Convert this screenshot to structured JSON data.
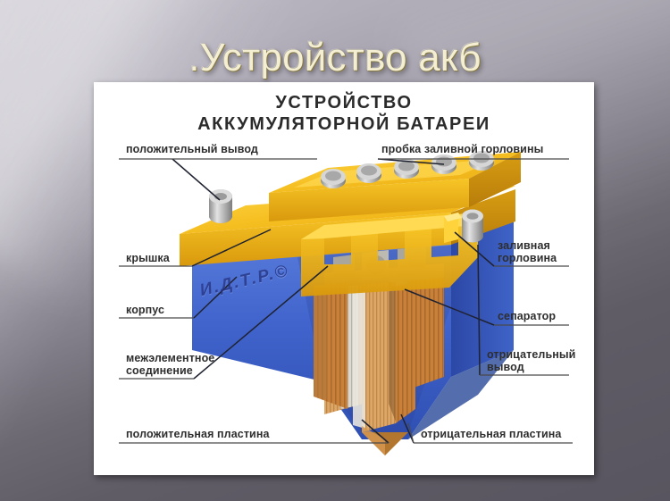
{
  "slide": {
    "title": ".Устройство акб",
    "title_color": "#f4efd2",
    "background_colors": [
      "#b9b5c1",
      "#837f8b",
      "#595560"
    ]
  },
  "figure": {
    "heading_line1": "УСТРОЙСТВО",
    "heading_line2": "АККУМУЛЯТОРНОЙ БАТАРЕИ",
    "watermark": "И.Д.Т.Р.©",
    "panel_background": "#ffffff",
    "colors": {
      "case_blue": "#3f63c8",
      "lid_yellow": "#f0b81c",
      "lid_yellow_light": "#ffd33c",
      "plate_orange": "#d0873f",
      "separator_grey": "#b9b6ae",
      "terminal_silver": "#b6b6b6",
      "leader_line": "#1f1f2e"
    },
    "labels": [
      {
        "id": "positive-terminal",
        "text": "положительный вывод",
        "side": "left",
        "lines": 1
      },
      {
        "id": "filler-plug",
        "text": "пробка заливной горловины",
        "side": "right",
        "lines": 1
      },
      {
        "id": "lid",
        "text": "крышка",
        "side": "left",
        "lines": 1
      },
      {
        "id": "case",
        "text": "корпус",
        "side": "left",
        "lines": 1
      },
      {
        "id": "filler-neck-l1",
        "text": "заливная",
        "side": "right",
        "lines": 2
      },
      {
        "id": "filler-neck-l2",
        "text": "горловина",
        "side": "right",
        "lines": 2
      },
      {
        "id": "separator",
        "text": "сепаратор",
        "side": "right",
        "lines": 1
      },
      {
        "id": "intercell-connection-l1",
        "text": "межэлементное",
        "side": "left",
        "lines": 2
      },
      {
        "id": "intercell-connection-l2",
        "text": "соединение",
        "side": "left",
        "lines": 2
      },
      {
        "id": "negative-terminal-l1",
        "text": "отрицательный",
        "side": "right",
        "lines": 2
      },
      {
        "id": "negative-terminal-l2",
        "text": "вывод",
        "side": "right",
        "lines": 2
      },
      {
        "id": "positive-plate",
        "text": "положительная пластина",
        "side": "bottom-left",
        "lines": 1
      },
      {
        "id": "negative-plate",
        "text": "отрицательная пластина",
        "side": "bottom-right",
        "lines": 1
      }
    ]
  }
}
